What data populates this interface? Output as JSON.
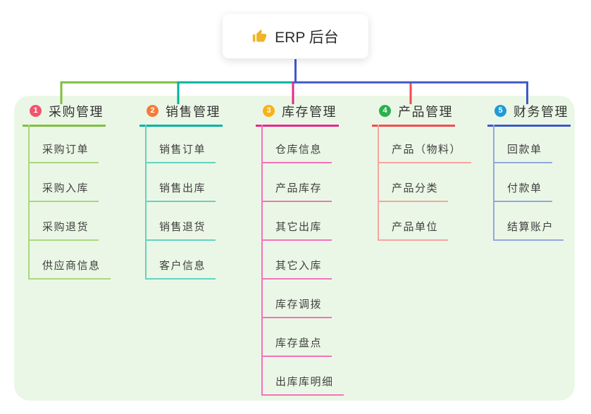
{
  "root": {
    "title": "ERP 后台",
    "icon": "thumbs-up-icon",
    "icon_color": "#f0b428"
  },
  "panel_color": "#ebf7e6",
  "root_line_color": "#4356cb",
  "branches": [
    {
      "index": "1",
      "title": "采购管理",
      "badge_color": "#f4536e",
      "line_color": "#7fbf3f",
      "child_line_color": "#a9d87f",
      "children": [
        "采购订单",
        "采购入库",
        "采购退货",
        "供应商信息"
      ]
    },
    {
      "index": "2",
      "title": "销售管理",
      "badge_color": "#f77b38",
      "line_color": "#00b2a0",
      "child_line_color": "#63d2c1",
      "children": [
        "销售订单",
        "销售出库",
        "销售退货",
        "客户信息"
      ]
    },
    {
      "index": "3",
      "title": "库存管理",
      "badge_color": "#f9b115",
      "line_color": "#e6278f",
      "child_line_color": "#f373bb",
      "children": [
        "仓库信息",
        "产品库存",
        "其它出库",
        "其它入库",
        "库存调拨",
        "库存盘点",
        "出库库明细"
      ]
    },
    {
      "index": "4",
      "title": "产品管理",
      "badge_color": "#2ab14b",
      "line_color": "#f54a50",
      "child_line_color": "#f9a3a0",
      "children": [
        "产品（物料）",
        "产品分类",
        "产品单位"
      ]
    },
    {
      "index": "5",
      "title": "财务管理",
      "badge_color": "#1f9ad7",
      "line_color": "#3f58ca",
      "child_line_color": "#92a6e0",
      "children": [
        "回款单",
        "付款单",
        "结算账户"
      ]
    }
  ]
}
